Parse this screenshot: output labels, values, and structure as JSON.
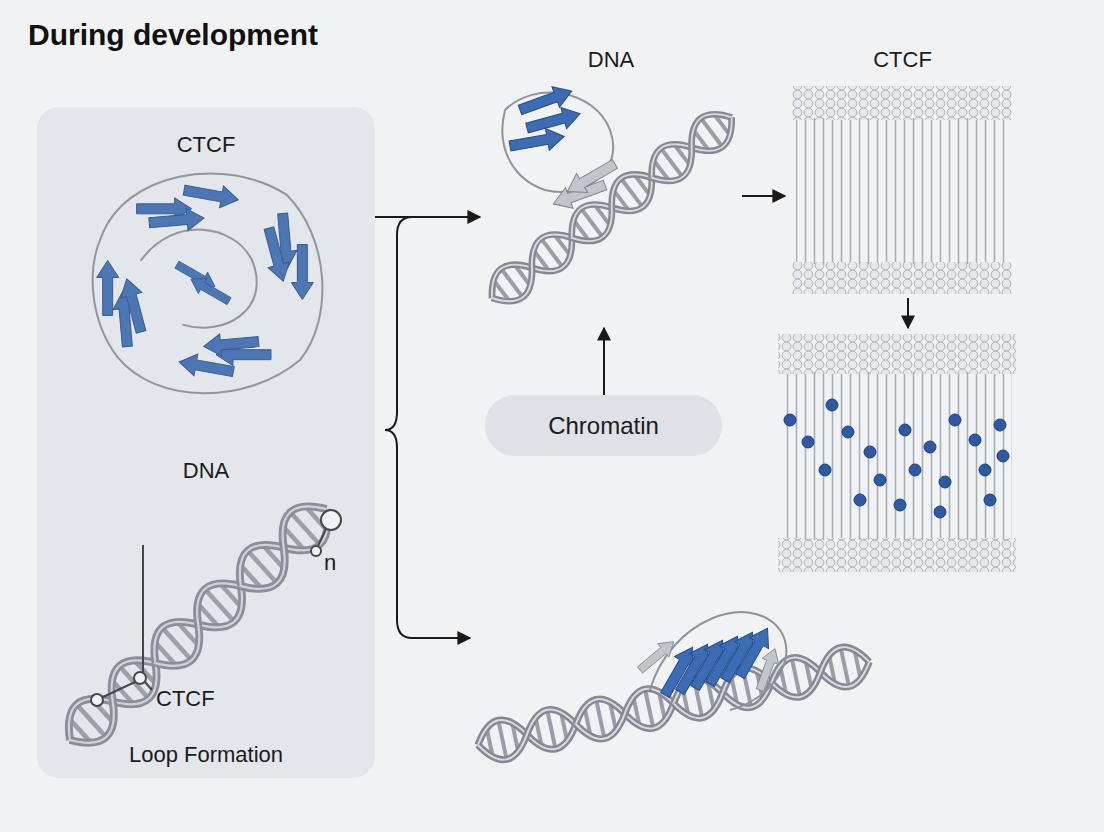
{
  "diagram": {
    "title": "During development",
    "nodes": [
      {
        "text": [
          "CTCF",
          "DNA",
          "Loop Formation"
        ]
      },
      {
        "text": [
          "DNA"
        ]
      },
      {
        "text": [
          "Chromatin"
        ]
      },
      {
        "text": [
          "CTCF"
        ]
      }
    ],
    "edges": [
      {
        "from": 0,
        "to": 1,
        "arrow": "to"
      },
      {
        "from": 2,
        "to": 1,
        "arrow": "to"
      },
      {
        "from": 1,
        "to": 3,
        "arrow": "to"
      }
    ],
    "labels": [
      "n",
      "CTCF"
    ]
  }
}
